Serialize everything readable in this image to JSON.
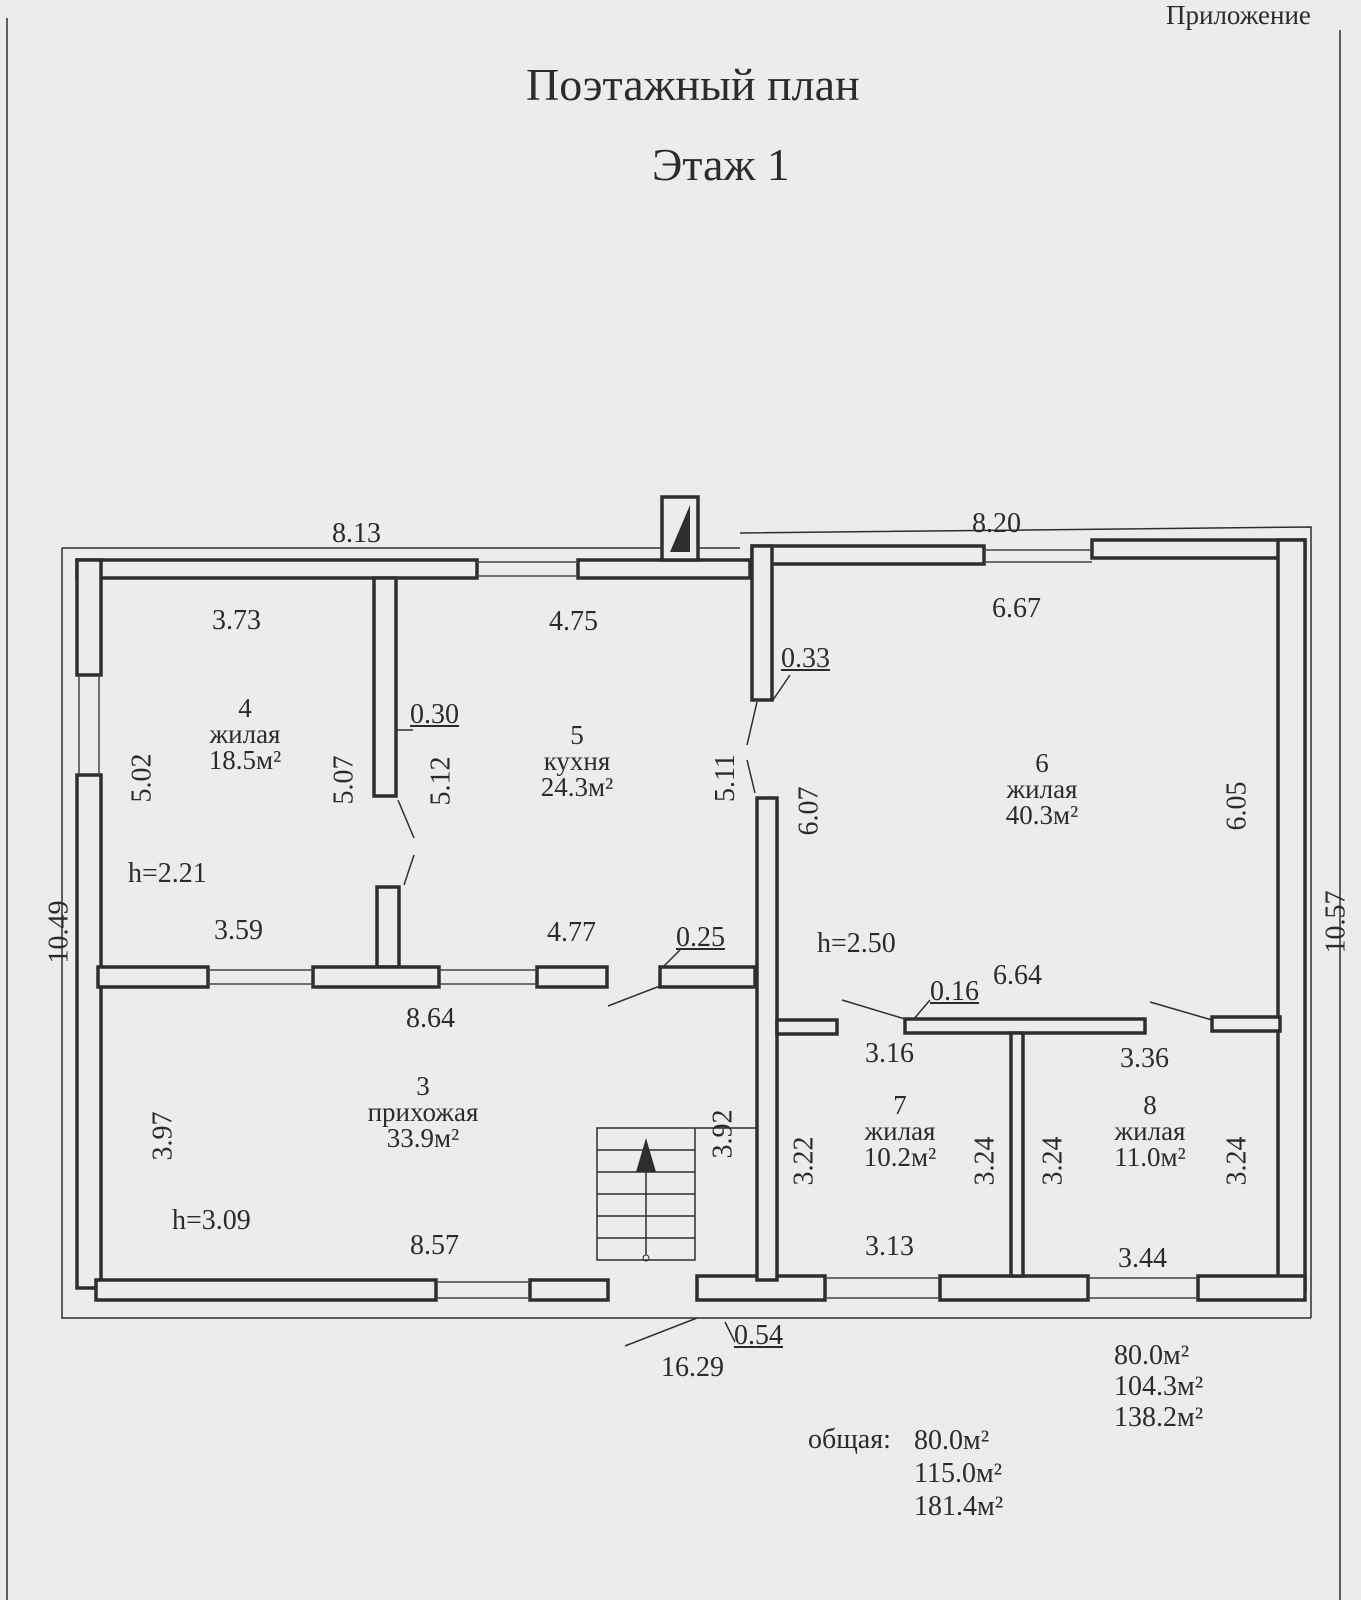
{
  "header": {
    "corner_label": "Приложение",
    "title": "Поэтажный план",
    "floor": "Этаж 1"
  },
  "rooms": [
    {
      "num": "4",
      "type": "жилая",
      "area": "18.5м²"
    },
    {
      "num": "5",
      "type": "кухня",
      "area": "24.3м²"
    },
    {
      "num": "6",
      "type": "жилая",
      "area": "40.3м²"
    },
    {
      "num": "3",
      "type": "прихожая",
      "area": "33.9м²"
    },
    {
      "num": "7",
      "type": "жилая",
      "area": "10.2м²"
    },
    {
      "num": "8",
      "type": "жилая",
      "area": "11.0м²"
    }
  ],
  "heights": [
    "h=2.21",
    "h=2.50",
    "h=3.09"
  ],
  "dimensions": {
    "top_left_outer": "8.13",
    "top_right_outer": "8.20",
    "left_outer": "10.49",
    "right_outer": "10.57",
    "bottom_outer": "16.29",
    "r4_top": "3.73",
    "r4_left": "5.02",
    "r4_right": "5.07",
    "r4_bottom": "3.59",
    "wall_030": "0.30",
    "r5_top": "4.75",
    "r5_left": "5.12",
    "r5_right": "5.11",
    "r5_bottom": "4.77",
    "wall_033": "0.33",
    "r6_top": "6.67",
    "r6_left": "6.07",
    "r6_right": "6.05",
    "r6_bottom": "6.64",
    "wall_025": "0.25",
    "wall_016": "0.16",
    "r3_top": "8.64",
    "r3_left": "3.97",
    "r3_bottom": "8.57",
    "r3_stair": "3.92",
    "r7_top": "3.16",
    "r7_left": "3.22",
    "r7_right": "3.24",
    "r7_bottom": "3.13",
    "r8_top": "3.36",
    "r8_left": "3.24",
    "r8_right": "3.24",
    "r8_bottom": "3.44",
    "wall_054": "0.54"
  },
  "totals": {
    "right_block": [
      "80.0м²",
      "104.3м²",
      "138.2м²"
    ],
    "general_label": "общая:",
    "general": [
      "80.0м²",
      "115.0м²",
      "181.4м²"
    ]
  }
}
